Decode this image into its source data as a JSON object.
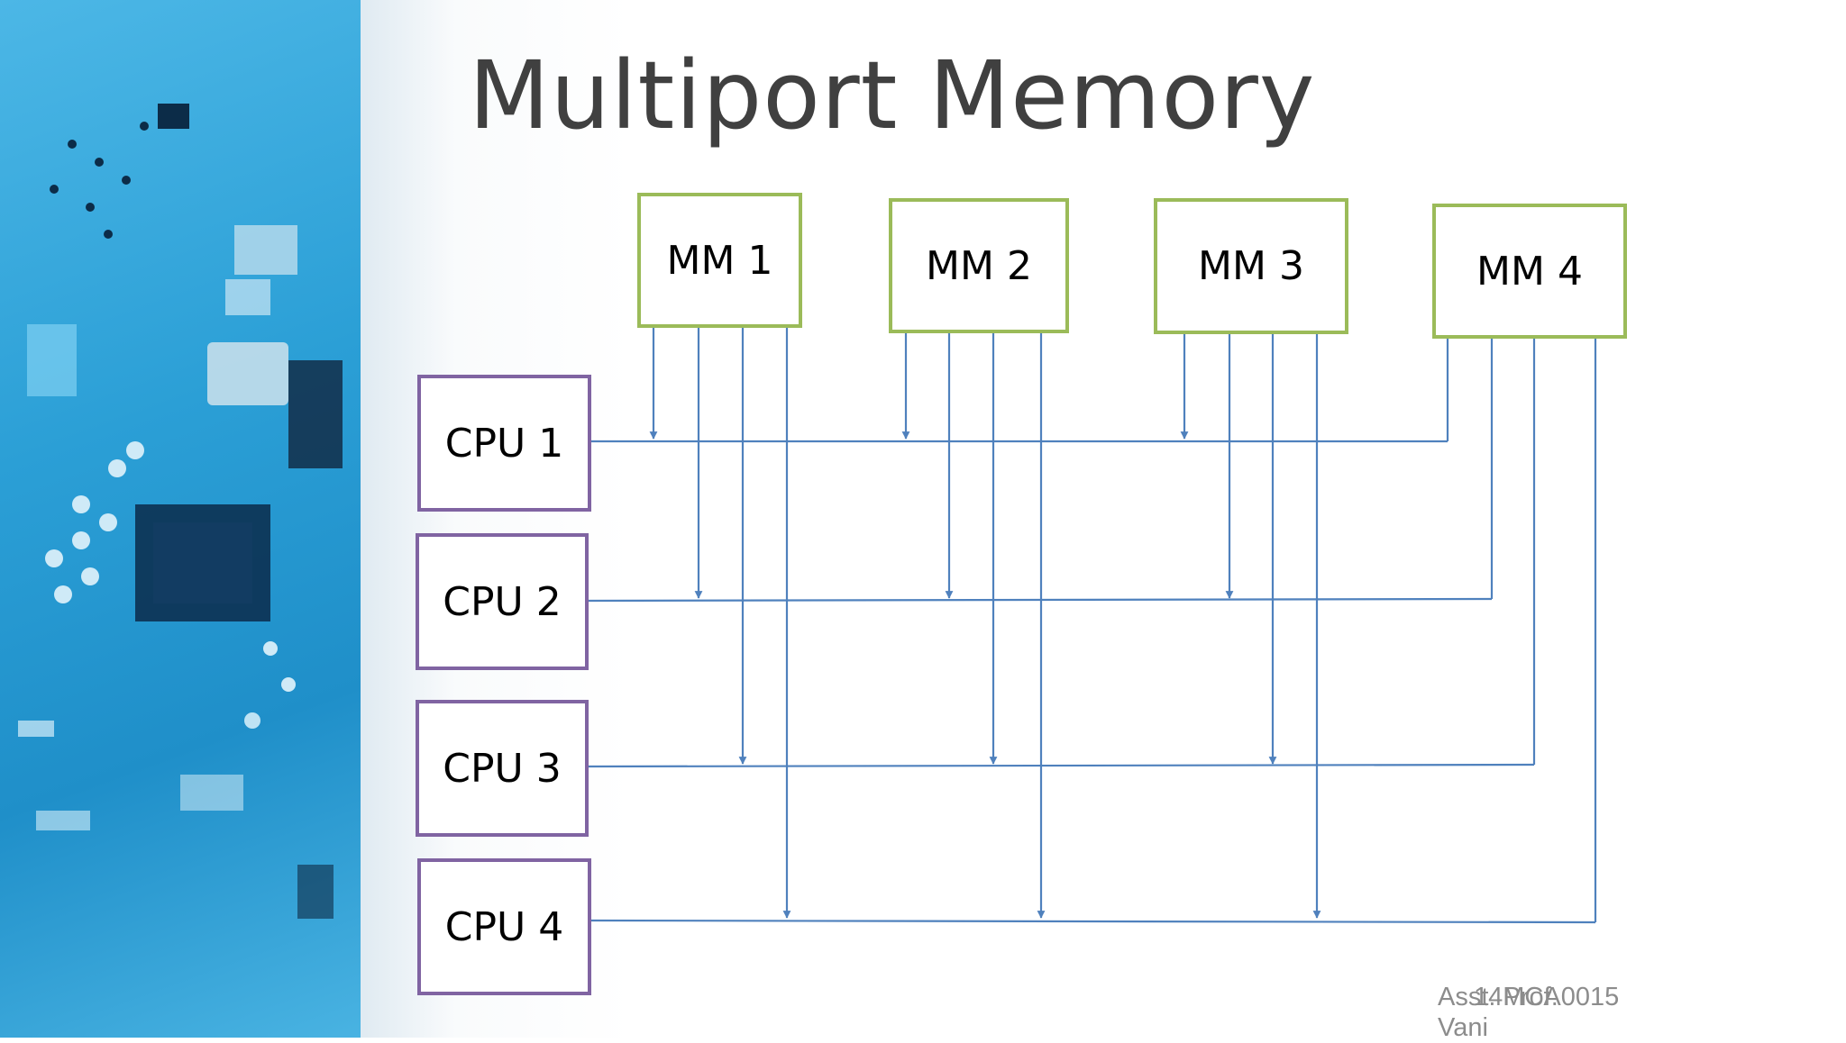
{
  "title": "Multiport Memory",
  "memory_modules": [
    {
      "label": "MM 1"
    },
    {
      "label": "MM 2"
    },
    {
      "label": "MM 3"
    },
    {
      "label": "MM 4"
    }
  ],
  "cpus": [
    {
      "label": "CPU 1"
    },
    {
      "label": "CPU 2"
    },
    {
      "label": "CPU 3"
    },
    {
      "label": "CPU 4"
    }
  ],
  "footer": {
    "author_line1": "Asst. Prof.",
    "author_line2": "Vani",
    "code": "14MCA0015"
  },
  "colors": {
    "memory_border": "#9bbb59",
    "cpu_border": "#8064a2",
    "bus_line": "#4f81bd",
    "title": "#404040"
  }
}
